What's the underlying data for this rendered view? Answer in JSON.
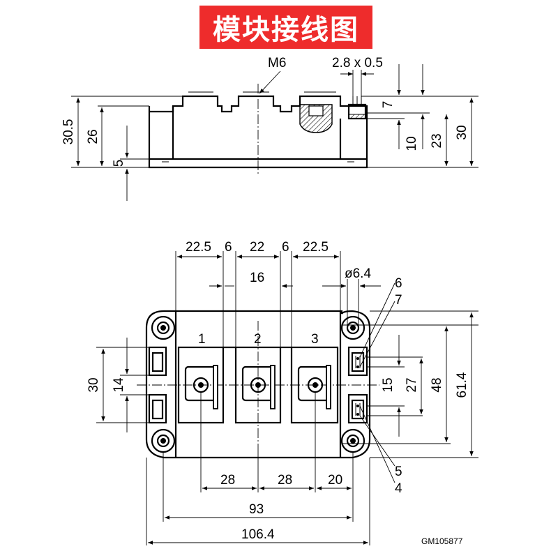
{
  "title": "模块接线图",
  "side_view": {
    "screw_label": "M6",
    "tab_label": "2.8 x 0.5",
    "dims": {
      "overall_height": "30.5",
      "body_height": "26",
      "base_height": "5",
      "tab_height": "7",
      "tab_base": "10",
      "tab_top": "23",
      "right_height": "30"
    }
  },
  "top_view": {
    "top_dims": [
      "22.5",
      "6",
      "22",
      "6",
      "22.5"
    ],
    "pitch_16": "16",
    "hole_dia": "ø6.4",
    "terminal_numbers": [
      "1",
      "2",
      "3"
    ],
    "pin_labels": [
      "6",
      "7",
      "5",
      "4"
    ],
    "left_dims": [
      "30",
      "14"
    ],
    "right_dims": [
      "15",
      "27",
      "48",
      "61.4"
    ],
    "bottom_dims": [
      "28",
      "28",
      "20"
    ],
    "width_93": "93",
    "width_106": "106.4"
  },
  "drawing_number": "GM105877"
}
